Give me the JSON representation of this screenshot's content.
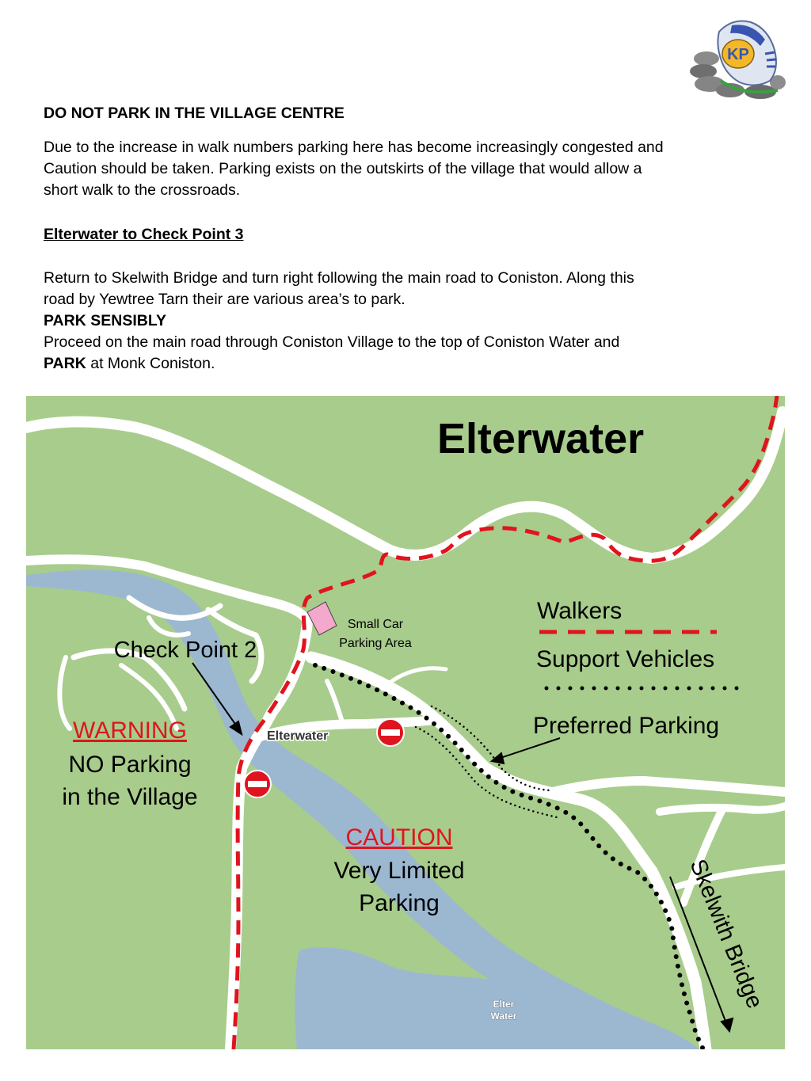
{
  "header": {
    "heading": "DO NOT PARK IN THE VILLAGE CENTRE",
    "intro_line1": "Due to the increase in walk numbers parking here has become increasingly congested and",
    "intro_line2": "Caution should be taken. Parking exists on the outskirts of the village that would allow a",
    "intro_line3": "short walk to the crossroads."
  },
  "section": {
    "title": "Elterwater to Check Point 3",
    "para1_line1": "Return to Skelwith Bridge and turn right following the main road to Coniston. Along this",
    "para1_line2": "road by Yewtree Tarn their are various area’s to park.",
    "park_sensibly": "PARK SENSIBLY",
    "para2_line1": "Proceed on the main road through Coniston Village to the top of Coniston Water and",
    "para2_park": "PARK",
    "para2_rest": " at Monk Coniston."
  },
  "logo": {
    "icon": "walking-boot-logo-icon",
    "text": "KP"
  },
  "map": {
    "title": "Elterwater",
    "village_label": "Elterwater",
    "lake_label_line1": "Elter",
    "lake_label_line2": "Water",
    "small_car_park_line1": "Small Car",
    "small_car_park_line2": "Parking Area",
    "check_point": "Check Point 2",
    "warning_title": "WARNING",
    "warning_line1": "NO Parking",
    "warning_line2": "in the Village",
    "caution_title": "CAUTION",
    "caution_line1": "Very Limited",
    "caution_line2": "Parking",
    "skelwith": "Skelwith Bridge",
    "legend": {
      "walkers": "Walkers",
      "support_vehicles": "Support Vehicles",
      "preferred_parking": "Preferred Parking"
    },
    "colors": {
      "land": "#a8cc8c",
      "water": "#9cb8d0",
      "road": "#ffffff",
      "walkers_route": "#e0141e",
      "support_route": "#000000",
      "car_park": "#f4a8cc",
      "warning_text": "#e0141e"
    }
  }
}
